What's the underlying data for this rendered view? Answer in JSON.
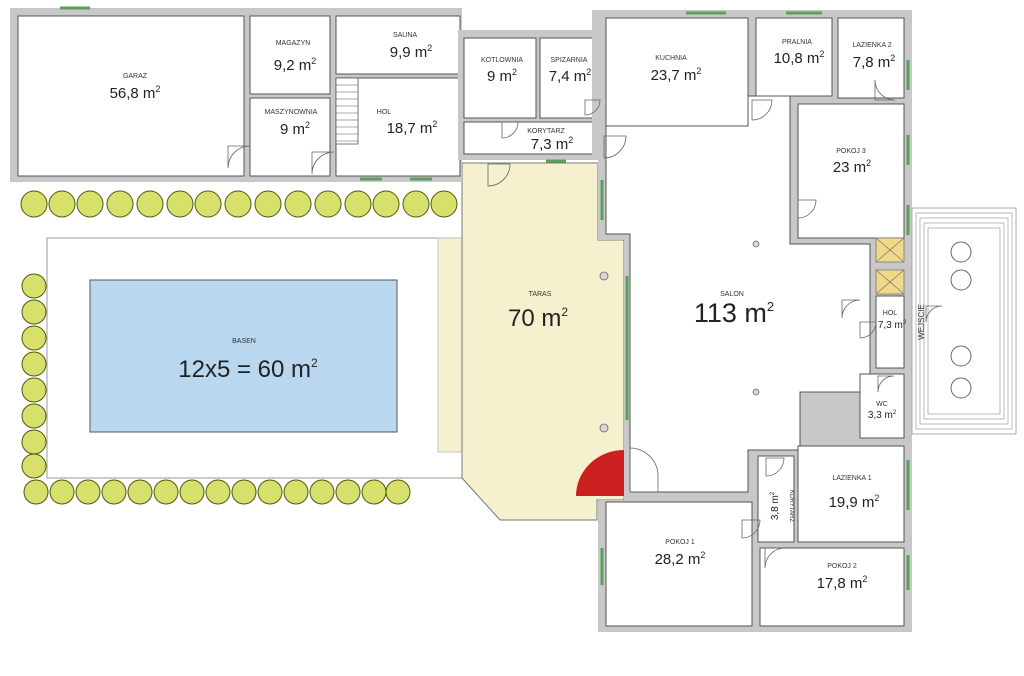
{
  "rooms": {
    "garaz": {
      "name": "GARAZ",
      "area": "56,8 m",
      "sup": "2"
    },
    "magazyn": {
      "name": "MAGAZYN",
      "area": "9,2 m",
      "sup": "2"
    },
    "maszynownia": {
      "name": "MASZYNOWNIA",
      "area": "9 m",
      "sup": "2"
    },
    "sauna": {
      "name": "SAUNA",
      "area": "9,9 m",
      "sup": "2"
    },
    "hol_top": {
      "name": "HOL",
      "area": "18,7 m",
      "sup": "2"
    },
    "kotlownia": {
      "name": "KOTLOWNIA",
      "area": "9 m",
      "sup": "2"
    },
    "spizarnia": {
      "name": "SPIZARNIA",
      "area": "7,4 m",
      "sup": "2"
    },
    "korytarz_top": {
      "name": "KORYTARZ",
      "area": "7,3 m",
      "sup": "2"
    },
    "kuchnia": {
      "name": "KUCHNIA",
      "area": "23,7 m",
      "sup": "2"
    },
    "pralnia": {
      "name": "PRALNIA",
      "area": "10,8 m",
      "sup": "2"
    },
    "lazienka2": {
      "name": "LAZIENKA 2",
      "area": "7,8 m",
      "sup": "2"
    },
    "pokoj3": {
      "name": "POKOJ 3",
      "area": "23 m",
      "sup": "2"
    },
    "taras": {
      "name": "TARAS",
      "area": "70 m",
      "sup": "2"
    },
    "salon": {
      "name": "SALON",
      "area": "113 m",
      "sup": "2"
    },
    "hol_entry": {
      "name": "HOL",
      "area": "7,3 m",
      "sup": "2"
    },
    "wejscie": {
      "name": "WEJSCIE"
    },
    "wc": {
      "name": "WC",
      "area": "3,3 m",
      "sup": "2"
    },
    "basen": {
      "name": "BASEN",
      "area": "12x5 = 60 m",
      "sup": "2"
    },
    "lazienka1": {
      "name": "LAZIENKA 1",
      "area": "19,9 m",
      "sup": "2"
    },
    "korytarz_side": {
      "name": "KORYTARZ",
      "area": "3,8 m",
      "sup": "2"
    },
    "pokoj1": {
      "name": "POKOJ 1",
      "area": "28,2 m",
      "sup": "2"
    },
    "pokoj2": {
      "name": "POKOJ 2",
      "area": "17,8 m",
      "sup": "2"
    }
  },
  "colors": {
    "pool": "#b9d8ef",
    "terrace": "#f5f1cf",
    "tree": "#d6e06a",
    "window": "#5aa05a",
    "marker": "#cc1f1f"
  },
  "icons": [
    "tree-icon",
    "door-swing-icon",
    "window-icon",
    "column-icon",
    "stair-icon"
  ]
}
